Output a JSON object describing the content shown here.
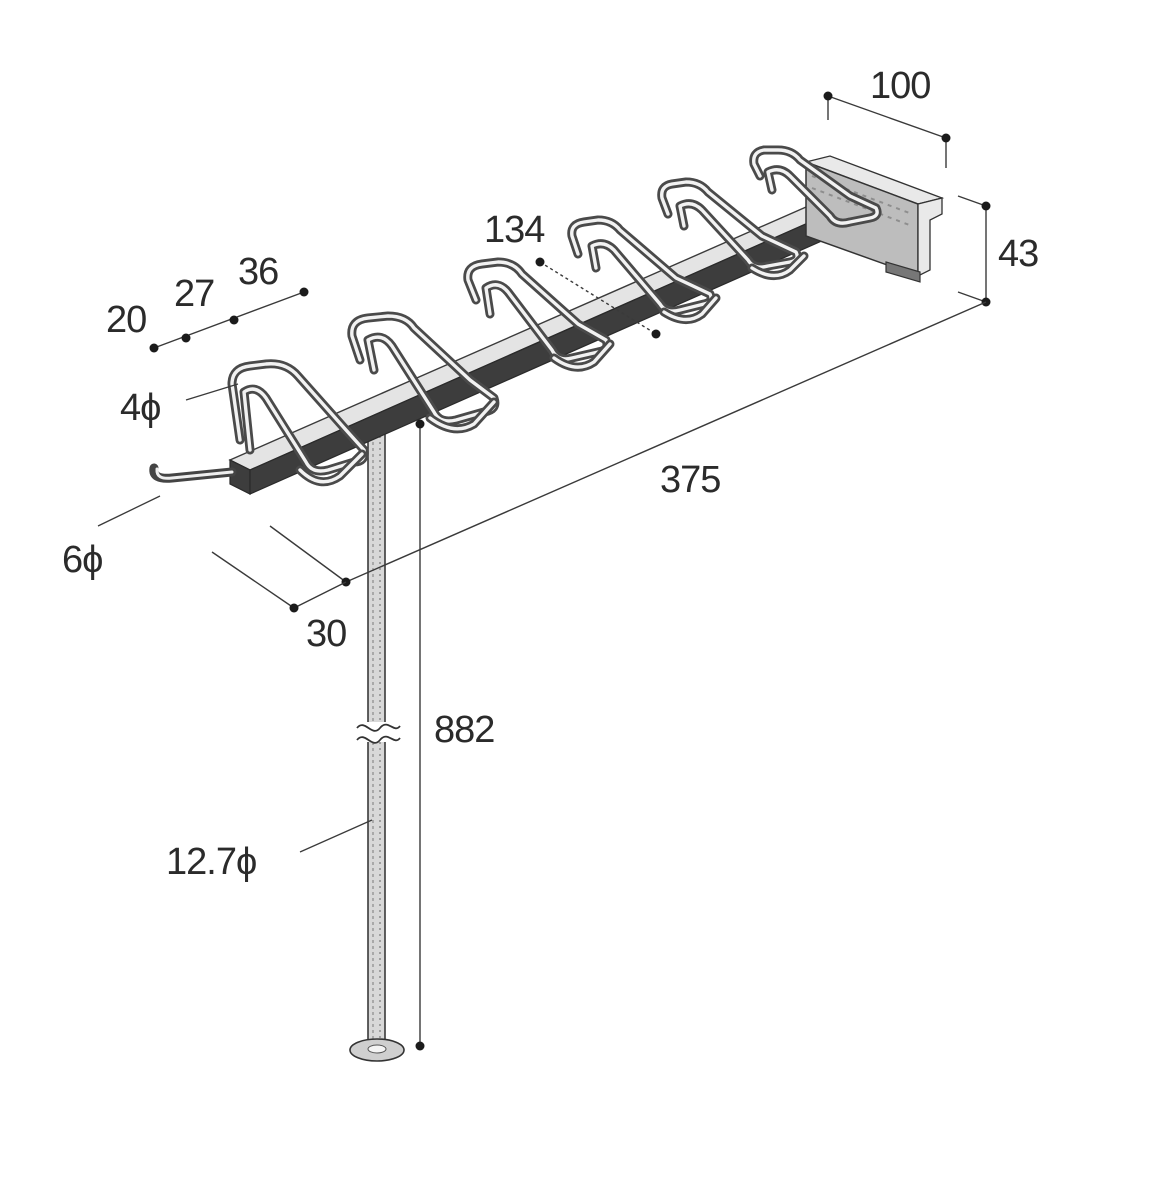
{
  "dimensions": {
    "bracket_width": "100",
    "bracket_height": "43",
    "hook_pitch": "134",
    "tip_spacing_a": "20",
    "tip_spacing_b": "27",
    "tip_spacing_c": "36",
    "hook_wire_diameter": "4ϕ",
    "end_wire_diameter": "6ϕ",
    "arm_length": "375",
    "front_offset": "30",
    "pole_height": "882",
    "pole_diameter": "12.7ϕ"
  },
  "colors": {
    "ink": "#2b2b2b",
    "metal_light": "#e4e4e4",
    "metal_dark": "#3d3d3d"
  }
}
